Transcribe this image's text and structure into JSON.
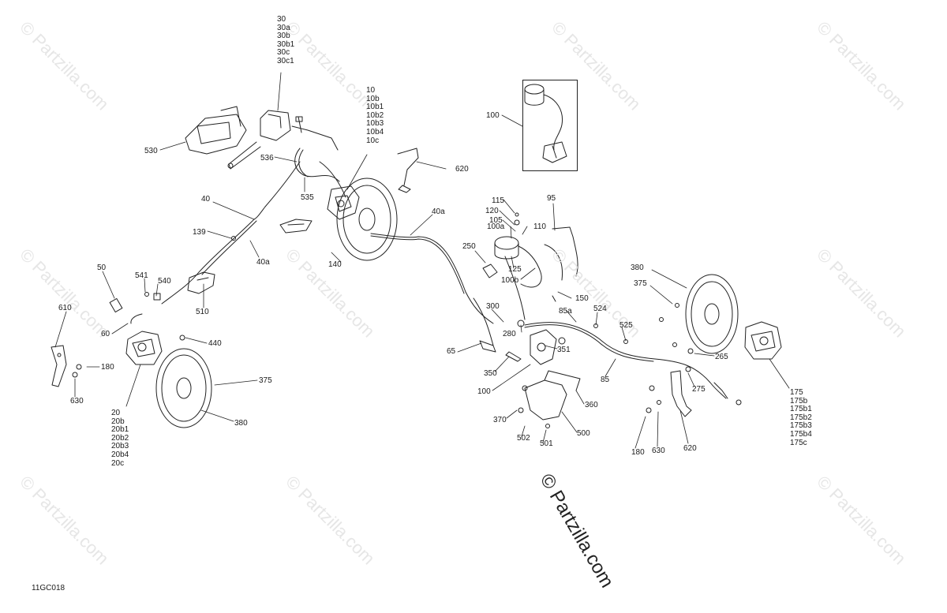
{
  "watermark": {
    "text": "© Partzilla.com"
  },
  "copyright_mark": {
    "text": "© Partzilla.com"
  },
  "figure_code": "11GC018",
  "callouts": [
    {
      "id": "c530",
      "text": "530"
    },
    {
      "id": "c536",
      "text": "536"
    },
    {
      "id": "c40",
      "text": "40"
    },
    {
      "id": "c535",
      "text": "535"
    },
    {
      "id": "c139",
      "text": "139"
    },
    {
      "id": "c40a_l",
      "text": "40a"
    },
    {
      "id": "c140",
      "text": "140"
    },
    {
      "id": "c40a_r",
      "text": "40a"
    },
    {
      "id": "c620_top",
      "text": "620"
    },
    {
      "id": "c100_inset",
      "text": "100"
    },
    {
      "id": "c50",
      "text": "50"
    },
    {
      "id": "c541",
      "text": "541"
    },
    {
      "id": "c540",
      "text": "540"
    },
    {
      "id": "c510",
      "text": "510"
    },
    {
      "id": "c610",
      "text": "610"
    },
    {
      "id": "c60",
      "text": "60"
    },
    {
      "id": "c440",
      "text": "440"
    },
    {
      "id": "c180_l",
      "text": "180"
    },
    {
      "id": "c630_l",
      "text": "630"
    },
    {
      "id": "c375_l",
      "text": "375"
    },
    {
      "id": "c380_l",
      "text": "380"
    },
    {
      "id": "c115",
      "text": "115"
    },
    {
      "id": "c120",
      "text": "120"
    },
    {
      "id": "c105",
      "text": "105"
    },
    {
      "id": "c100a",
      "text": "100a"
    },
    {
      "id": "c110",
      "text": "110"
    },
    {
      "id": "c95",
      "text": "95"
    },
    {
      "id": "c250",
      "text": "250"
    },
    {
      "id": "c125",
      "text": "125"
    },
    {
      "id": "c100b",
      "text": "100b"
    },
    {
      "id": "c150",
      "text": "150"
    },
    {
      "id": "c300",
      "text": "300"
    },
    {
      "id": "c85a",
      "text": "85a"
    },
    {
      "id": "c524",
      "text": "524"
    },
    {
      "id": "c525",
      "text": "525"
    },
    {
      "id": "c280",
      "text": "280"
    },
    {
      "id": "c351",
      "text": "351"
    },
    {
      "id": "c65",
      "text": "65"
    },
    {
      "id": "c350",
      "text": "350"
    },
    {
      "id": "c100_mid",
      "text": "100"
    },
    {
      "id": "c85",
      "text": "85"
    },
    {
      "id": "c380_r",
      "text": "380"
    },
    {
      "id": "c375_r",
      "text": "375"
    },
    {
      "id": "c265",
      "text": "265"
    },
    {
      "id": "c275",
      "text": "275"
    },
    {
      "id": "c360",
      "text": "360"
    },
    {
      "id": "c370",
      "text": "370"
    },
    {
      "id": "c502",
      "text": "502"
    },
    {
      "id": "c501",
      "text": "501"
    },
    {
      "id": "c500",
      "text": "500"
    },
    {
      "id": "c180_r",
      "text": "180"
    },
    {
      "id": "c630_r",
      "text": "630"
    },
    {
      "id": "c620_r",
      "text": "620"
    }
  ],
  "stacks": {
    "s30": [
      "30",
      "30a",
      "30b",
      "30b1",
      "30c",
      "30c1"
    ],
    "s10": [
      "10",
      "10b",
      "10b1",
      "10b2",
      "10b3",
      "10b4",
      "10c"
    ],
    "s20": [
      "20",
      "20b",
      "20b1",
      "20b2",
      "20b3",
      "20b4",
      "20c"
    ],
    "s175": [
      "175",
      "175b",
      "175b1",
      "175b2",
      "175b3",
      "175b4",
      "175c"
    ]
  }
}
